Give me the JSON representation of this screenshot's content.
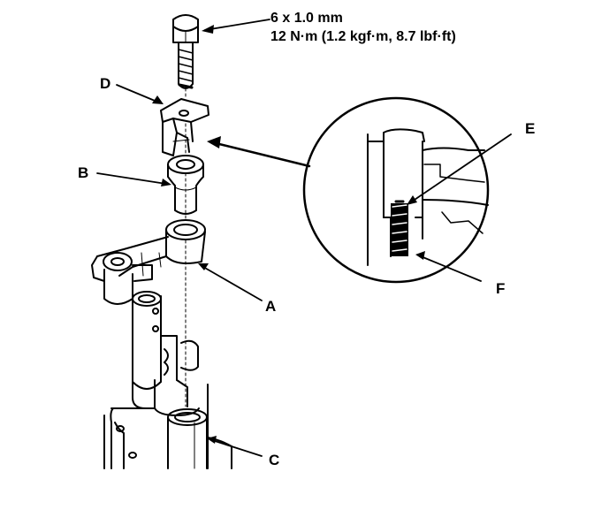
{
  "spec": {
    "line1": "6 x 1.0 mm",
    "line2": "12 N·m (1.2 kgf·m, 8.7 lbf·ft)"
  },
  "labels": {
    "a": "A",
    "b": "B",
    "c": "C",
    "d": "D",
    "e": "E",
    "f": "F"
  },
  "colors": {
    "ink": "#000000",
    "paper": "#ffffff"
  }
}
